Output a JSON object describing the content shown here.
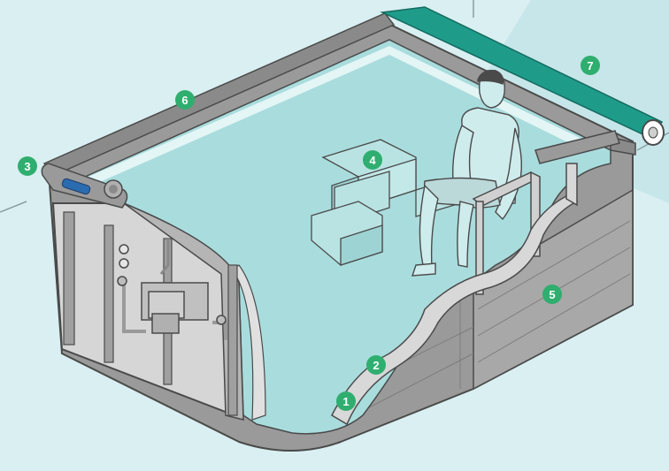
{
  "callouts": [
    {
      "number": "1",
      "color": "#2fae6f"
    },
    {
      "number": "2",
      "color": "#2fae6f"
    },
    {
      "number": "3",
      "color": "#2fae6f"
    },
    {
      "number": "4",
      "color": "#2fae6f"
    },
    {
      "number": "5",
      "color": "#2fae6f"
    },
    {
      "number": "6",
      "color": "#2fae6f"
    },
    {
      "number": "7",
      "color": "#2fae6f"
    }
  ],
  "colors": {
    "background": "#d9eff1",
    "water": "#a9dcdd",
    "water_edge": "#e9f7f7",
    "frame": "#8a8a8a",
    "frame_light": "#b5b5b5",
    "cabinet": "#c9c9c9",
    "cover": "#1f9b8a",
    "skin": "#cfeced",
    "outline": "#4a4a4a"
  }
}
